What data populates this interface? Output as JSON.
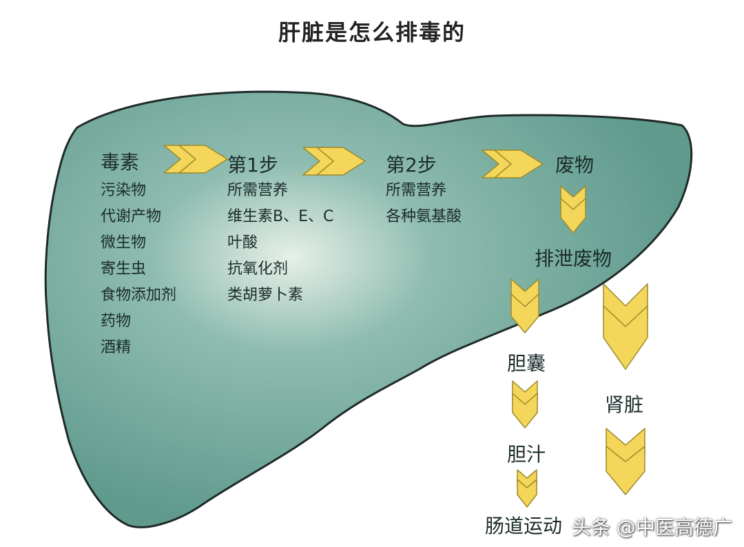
{
  "title": "肝脏是怎么排毒的",
  "colors": {
    "liver_fill": "#5f9a8d",
    "liver_highlight": "#e6f0e8",
    "liver_edge": "#1e2a28",
    "arrow_fill": "#f3d65a",
    "arrow_edge": "#9c8a2a"
  },
  "stages": {
    "toxin": {
      "heading": "毒素",
      "items": [
        "污染物",
        "代谢产物",
        "微生物",
        "寄生虫",
        "食物添加剂",
        "药物",
        "酒精"
      ]
    },
    "step1": {
      "heading": "第1步",
      "items": [
        "所需营养",
        "维生素B、E、C",
        "叶酸",
        "抗氧化剂",
        "类胡萝卜素"
      ]
    },
    "step2": {
      "heading": "第2步",
      "items": [
        "所需营养",
        "各种氨基酸"
      ]
    },
    "waste": {
      "heading": "废物"
    },
    "excrete": {
      "heading": "排泄废物"
    }
  },
  "outputs": {
    "gallbladder": "胆囊",
    "bile": "胆汁",
    "intestine": "肠道运动",
    "kidney": "肾脏"
  },
  "watermark": "头条 @中医高德广"
}
